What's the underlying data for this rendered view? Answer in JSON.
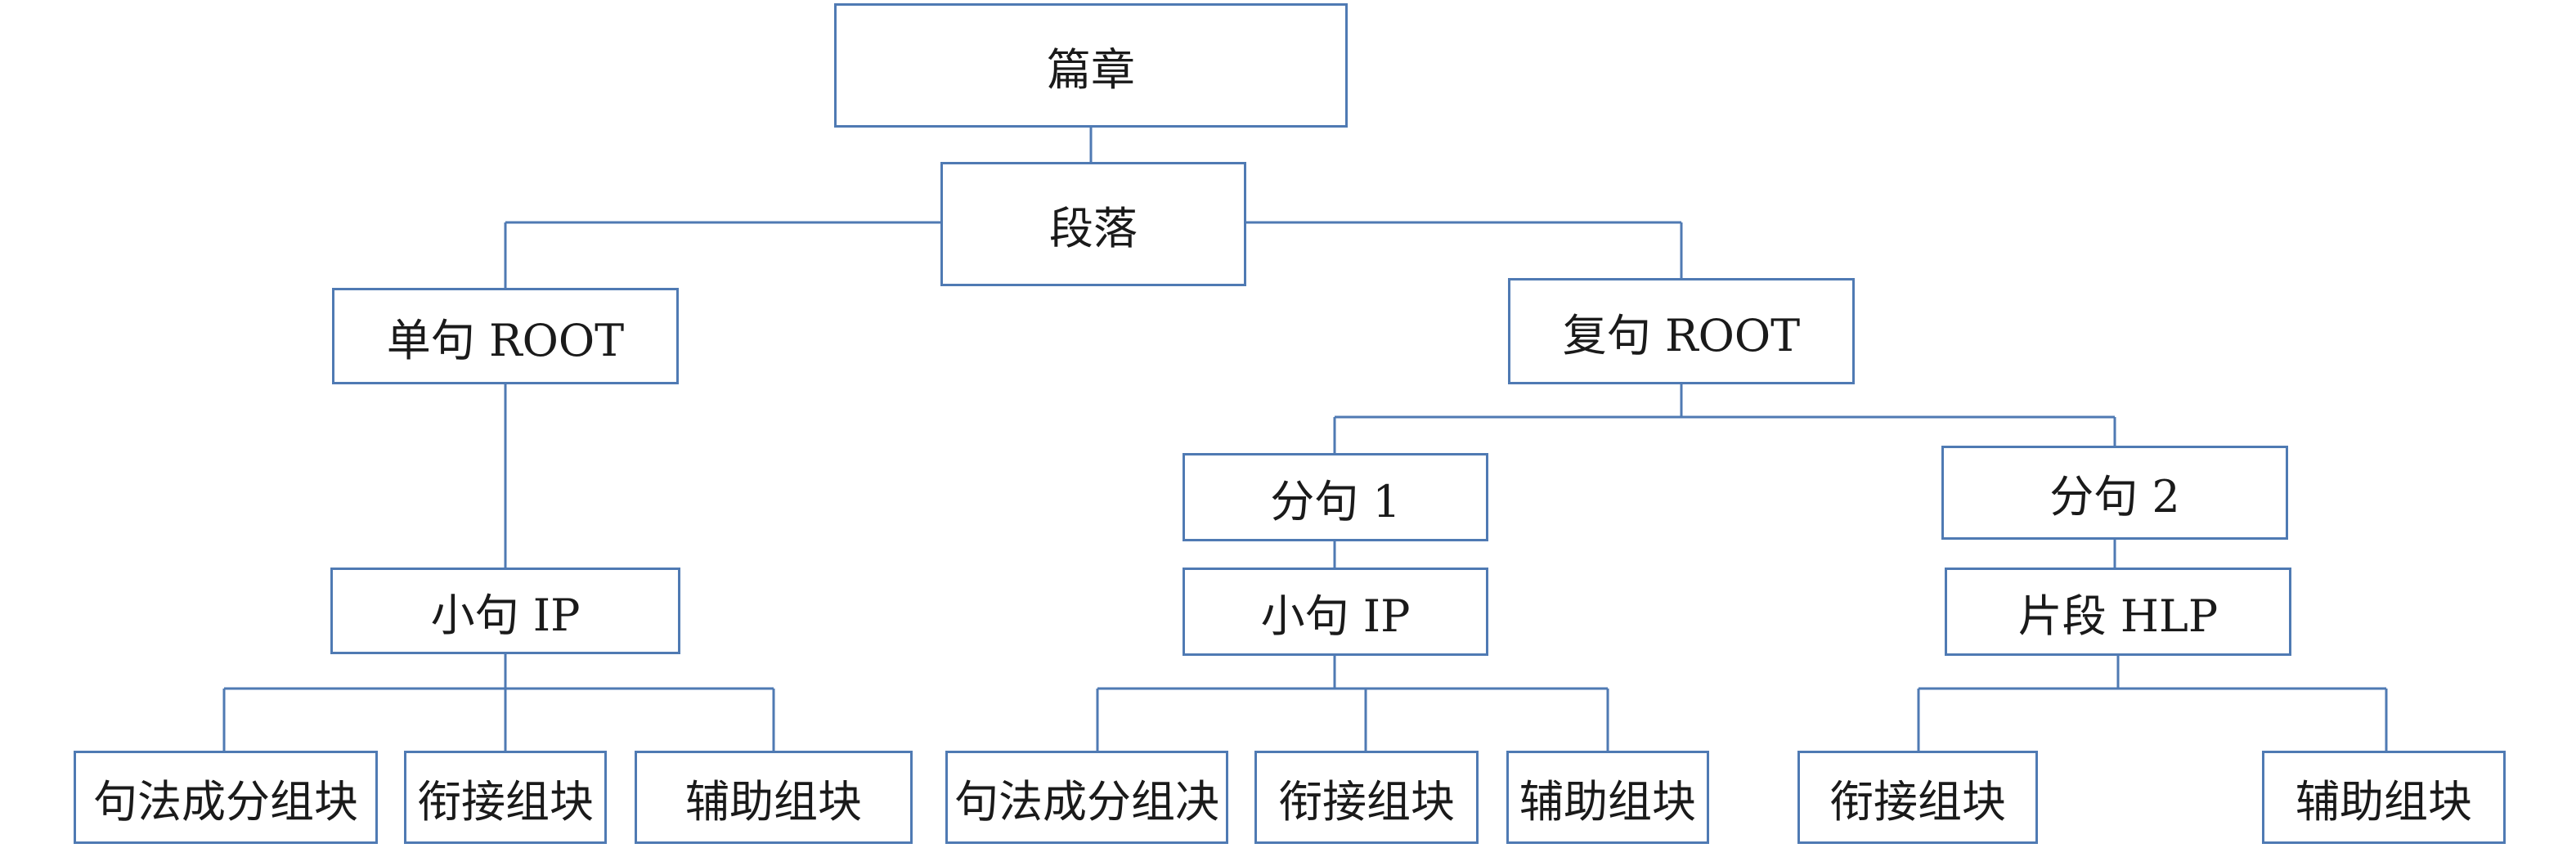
{
  "nodes": {
    "discourse": "篇章",
    "paragraph": "段落",
    "simple_sentence": "单句 ROOT",
    "complex_sentence": "复句 ROOT",
    "clause_1": "分句 1",
    "clause_2": "分句 2",
    "simple_small_clause": "小句 IP",
    "clause1_small_clause": "小句 IP",
    "clause2_fragment": "片段 HLP",
    "simple_syntactic_chunk": "句法成分组块",
    "simple_cohesive_chunk": "衔接组块",
    "simple_auxiliary_chunk": "辅助组块",
    "clause1_syntactic_chunk": "句法成分组决",
    "clause1_cohesive_chunk": "衔接组块",
    "clause1_auxiliary_chunk": "辅助组块",
    "clause2_cohesive_chunk": "衔接组块",
    "clause2_auxiliary_chunk": "辅助组块"
  },
  "colors": {
    "border": "#4f7ab3",
    "text": "#1a1a1a",
    "background": "#ffffff"
  }
}
